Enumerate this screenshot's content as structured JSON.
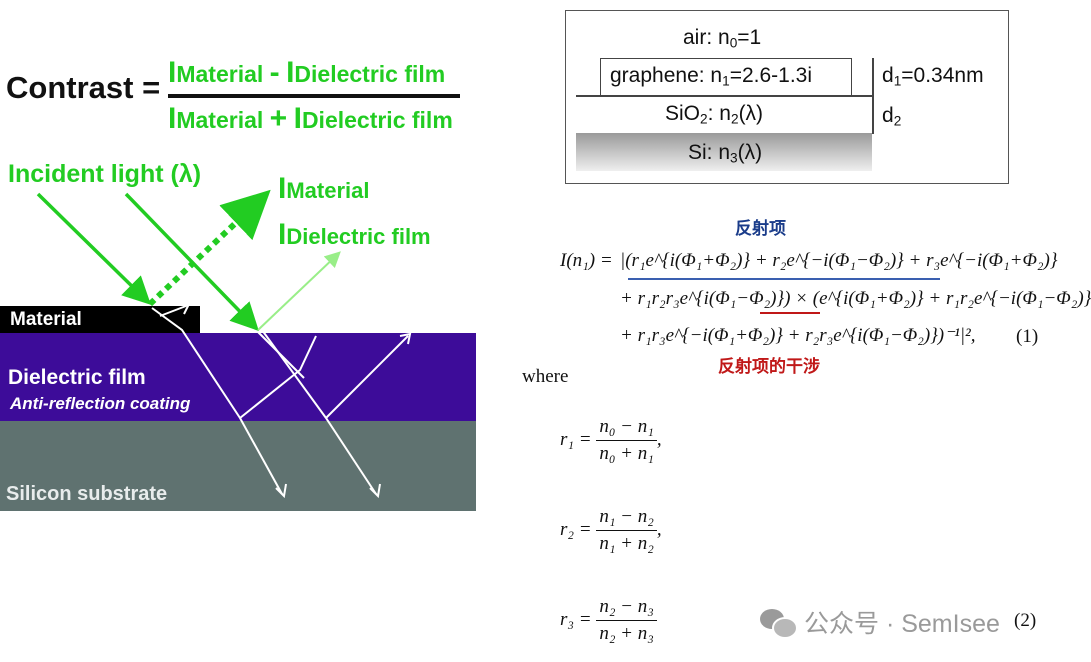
{
  "contrast": {
    "label": "Contrast =",
    "numerator": "I Material - I Dielectric film",
    "numerator_left": "I",
    "numerator_left_sub": "Material",
    "numerator_op": "-",
    "numerator_right": "I",
    "numerator_right_sub": "Dielectric film",
    "denominator_left": "I",
    "denominator_left_sub": "Material",
    "denominator_op": "+",
    "denominator_right": "I",
    "denominator_right_sub": "Dielectric film"
  },
  "incident_light": "Incident light (λ)",
  "reflected": {
    "material_i": "I",
    "material_sub": "Material",
    "dielectric_i": "I",
    "dielectric_sub": "Dielectric film"
  },
  "stack_left": {
    "material": "Material",
    "dielectric": "Dielectric film",
    "antireflection": "Anti-reflection coating",
    "substrate": "Silicon substrate"
  },
  "colors": {
    "green": "#22cc22",
    "dielectric": "#3d0c99",
    "substrate": "#5f7270",
    "material": "#000000",
    "cjk_blue": "#1a3c8a",
    "cjk_red": "#c01818"
  },
  "layers_right": {
    "air": "air: n",
    "air_sub": "0",
    "air_val": "=1",
    "graphene": "graphene: n",
    "graphene_sub": "1",
    "graphene_val": "=2.6-1.3i",
    "d1": "d",
    "d1_sub": "1",
    "d1_val": "=0.34nm",
    "sio2": "SiO",
    "sio2_sub": "2",
    "sio2_mid": ": n",
    "sio2_nsub": "2",
    "sio2_val": "(λ)",
    "d2": "d",
    "d2_sub": "2",
    "si": "Si: n",
    "si_sub": "3",
    "si_val": "(λ)"
  },
  "equation": {
    "label_reflect": "反射项",
    "label_interference": "反射项的干涉",
    "lhs": "I(n₁) =",
    "line1": "|(r₁e^{i(Φ₁+Φ₂)} + r₂e^{−i(Φ₁−Φ₂)} + r₃e^{−i(Φ₁+Φ₂)}",
    "line2": "+ r₁r₂r₃e^{i(Φ₁−Φ₂)}) × (e^{i(Φ₁+Φ₂)} + r₁r₂e^{−i(Φ₁−Φ₂)}",
    "line3": "+ r₁r₃e^{−i(Φ₁+Φ₂)} + r₂r₃e^{i(Φ₁−Φ₂)})⁻¹|²,",
    "number": "(1)",
    "where": "where",
    "number2": "(2)"
  },
  "r_defs": [
    {
      "lhs": "r₁ =",
      "num": "n₀ − n₁",
      "den": "n₀ + n₁",
      "trail": ","
    },
    {
      "lhs": "r₂ =",
      "num": "n₁ − n₂",
      "den": "n₁ + n₂",
      "trail": ","
    },
    {
      "lhs": "r₃ =",
      "num": "n₂ − n₃",
      "den": "n₂ + n₃",
      "trail": ""
    }
  ],
  "watermark": "公众号 · SemIsee"
}
